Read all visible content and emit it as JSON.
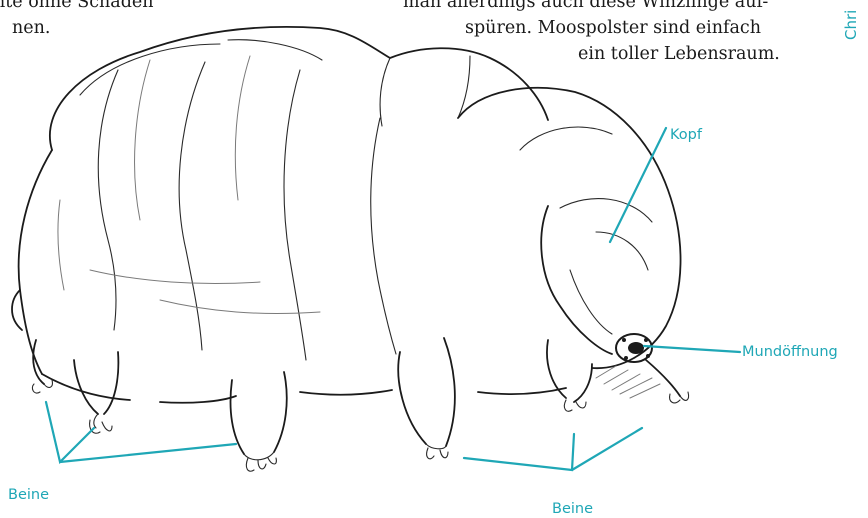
{
  "text_left": {
    "line1": "hte ohne Schaden",
    "line2": "nen."
  },
  "text_right": {
    "line1": "man allerdings auch diese Winzlinge auf-",
    "line2": "spüren.  Moospolster  sind  einfach",
    "line3": "ein toller Lebensraum."
  },
  "margin_vertical": "Chri",
  "labels": {
    "head": "Kopf",
    "mouth": "Mundöffnung",
    "legs_left": "Beine",
    "legs_right": "Beine"
  },
  "colors": {
    "accent": "#1fa7b6",
    "ink": "#1b1b1b"
  }
}
